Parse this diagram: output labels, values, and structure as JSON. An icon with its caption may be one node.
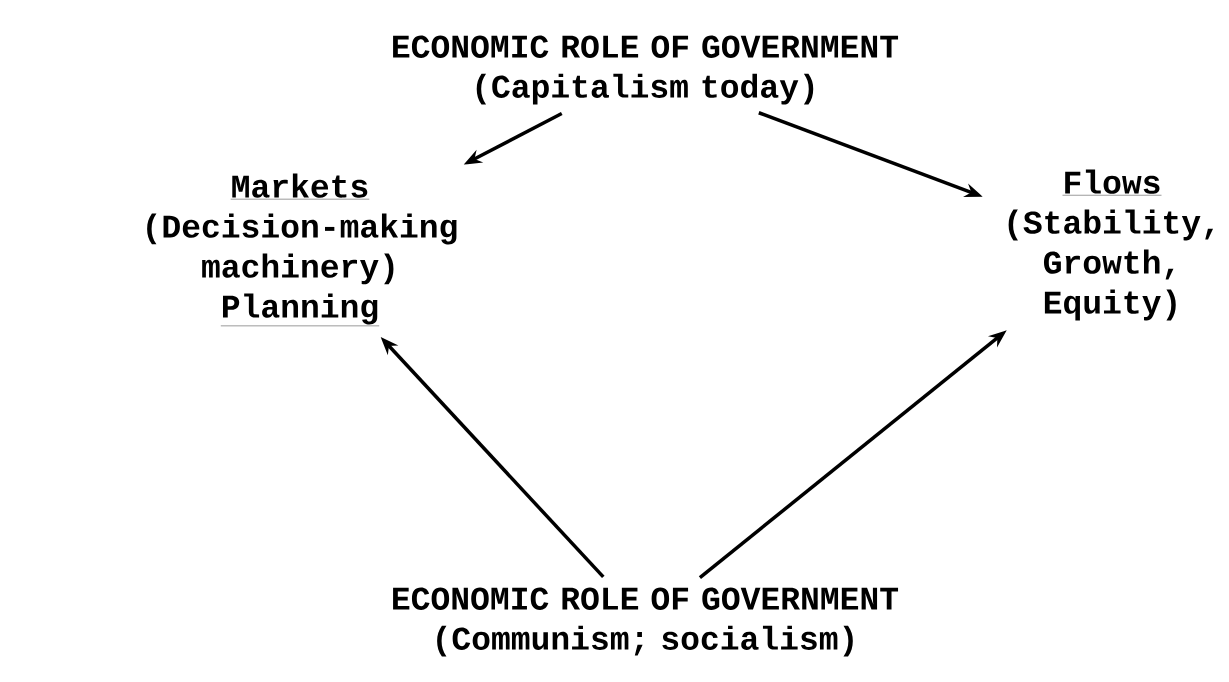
{
  "diagram": {
    "nodes": [
      {
        "text": [
          "ECONOMIC ROLE OF GOVERNMENT",
          "(Capitalism today)"
        ]
      },
      {
        "text": [
          "Markets",
          "(Decision-making machinery)",
          "Planning"
        ]
      },
      {
        "text": [
          "Flows",
          "(Stability, Growth, Equity)"
        ]
      },
      {
        "text": [
          "ECONOMIC ROLE OF GOVERNMENT",
          "(Communism; socialism)"
        ]
      }
    ],
    "edges": [
      {
        "from": 0,
        "to": 1,
        "arrow": "to"
      },
      {
        "from": 0,
        "to": 2,
        "arrow": "to"
      },
      {
        "from": 3,
        "to": 1,
        "arrow": "to"
      },
      {
        "from": 3,
        "to": 2,
        "arrow": "to"
      }
    ]
  }
}
